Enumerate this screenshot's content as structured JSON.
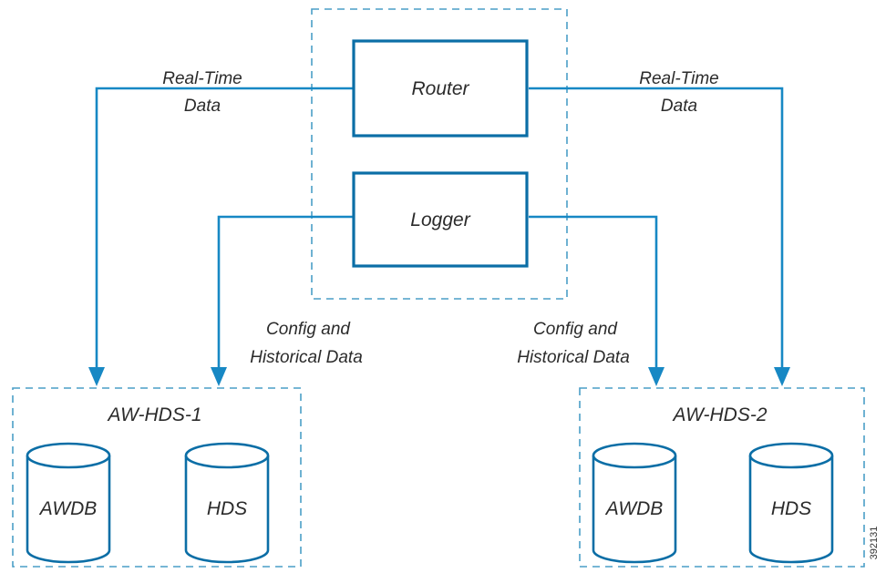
{
  "diagram": {
    "router": {
      "label": "Router"
    },
    "logger": {
      "label": "Logger"
    },
    "rt_left": {
      "line1": "Real-Time",
      "line2": "Data"
    },
    "rt_right": {
      "line1": "Real-Time",
      "line2": "Data"
    },
    "cfg_left": {
      "line1": "Config and",
      "line2": "Historical Data"
    },
    "cfg_right": {
      "line1": "Config and",
      "line2": "Historical Data"
    },
    "hds1": {
      "title": "AW-HDS-1",
      "db1": "AWDB",
      "db2": "HDS"
    },
    "hds2": {
      "title": "AW-HDS-2",
      "db1": "AWDB",
      "db2": "HDS"
    },
    "figure_number": "392131"
  },
  "colors": {
    "box_stroke": "#0b6ea6",
    "arrow": "#1788c4",
    "dashed_border": "#4a9ec7",
    "text": "#2b2b2b"
  }
}
